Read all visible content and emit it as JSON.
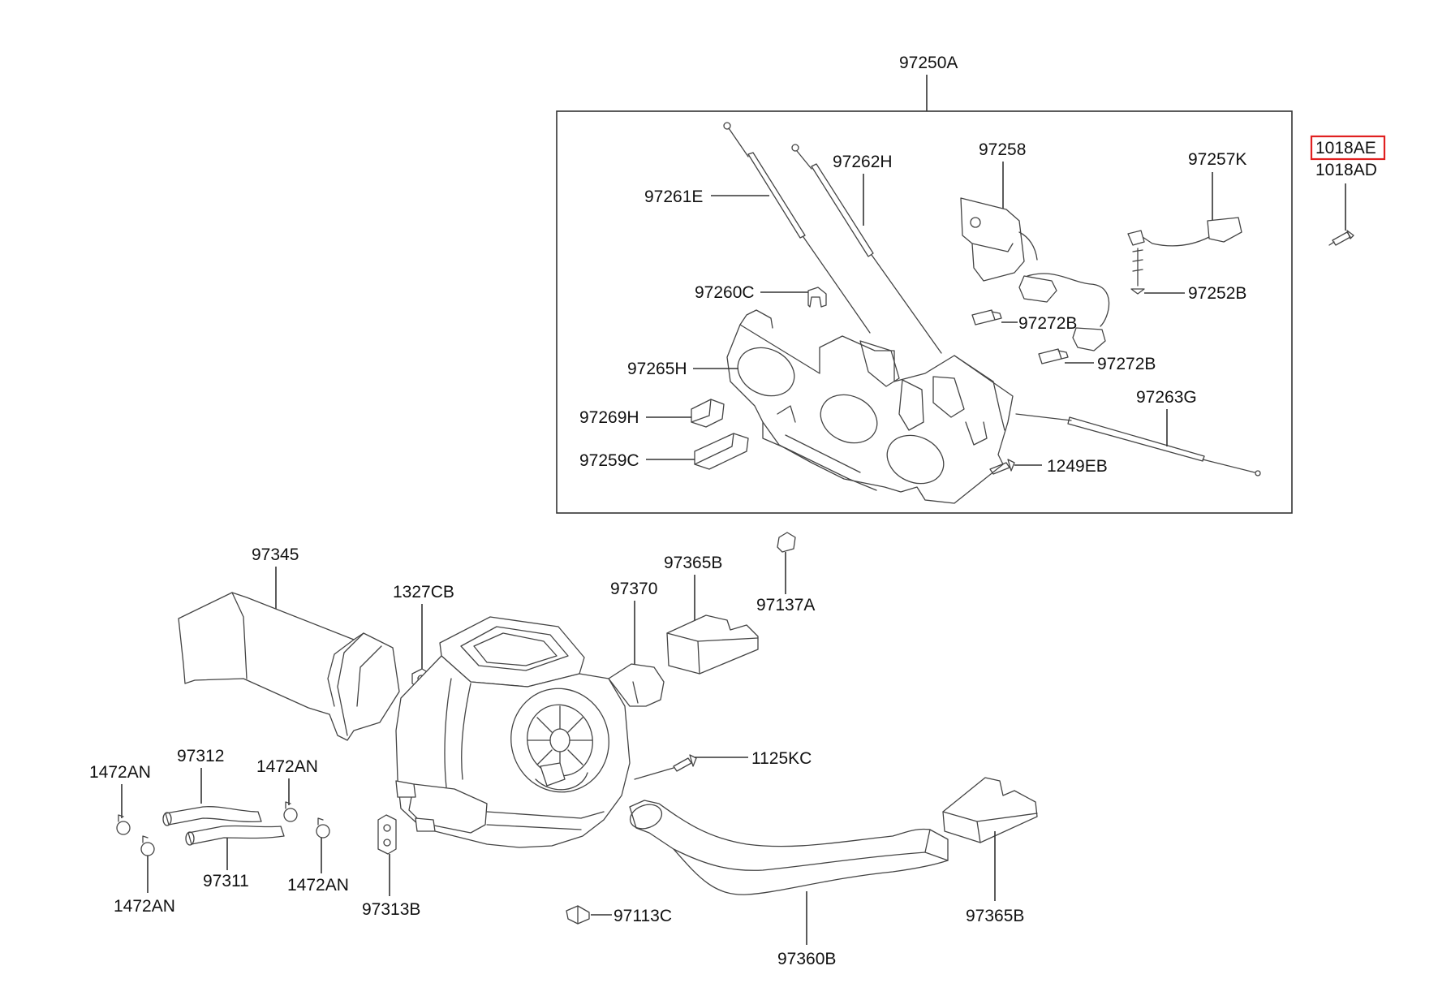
{
  "labels": {
    "assembly": "97250A",
    "highlighted_part": "1018AE",
    "p1018AD": "1018AD",
    "p97261E": "97261E",
    "p97262H": "97262H",
    "p97258": "97258",
    "p97257K": "97257K",
    "p97252B": "97252B",
    "p97260C": "97260C",
    "p97272B_a": "97272B",
    "p97272B_b": "97272B",
    "p97265H": "97265H",
    "p97263G": "97263G",
    "p97269H": "97269H",
    "p97259C": "97259C",
    "p1249EB": "1249EB",
    "p97345": "97345",
    "p1327CB": "1327CB",
    "p97370": "97370",
    "p97365B_top": "97365B",
    "p97137A": "97137A",
    "p1125KC": "1125KC",
    "p97312": "97312",
    "p1472AN_a": "1472AN",
    "p1472AN_b": "1472AN",
    "p1472AN_c": "1472AN",
    "p1472AN_d": "1472AN",
    "p97311": "97311",
    "p97313B": "97313B",
    "p97113C": "97113C",
    "p97360B": "97360B",
    "p97365B_bottom": "97365B"
  },
  "colors": {
    "highlight": "#e02020",
    "line": "#333333",
    "text": "#111111"
  }
}
